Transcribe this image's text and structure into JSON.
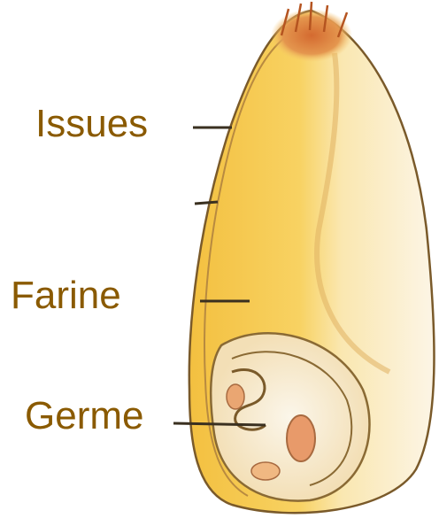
{
  "diagram": {
    "labels": {
      "bran": "Issues",
      "flour": "Farine",
      "germ": "Germe"
    },
    "colors": {
      "label_text": "#8a5a00",
      "outline": "#7a5a2a",
      "endosperm_yellow": "#f6c84a",
      "endosperm_light": "#fbf1d9",
      "brush_orange": "#d8733a",
      "germ_pink": "#e8a07a",
      "leader_line": "#3a3020"
    }
  }
}
